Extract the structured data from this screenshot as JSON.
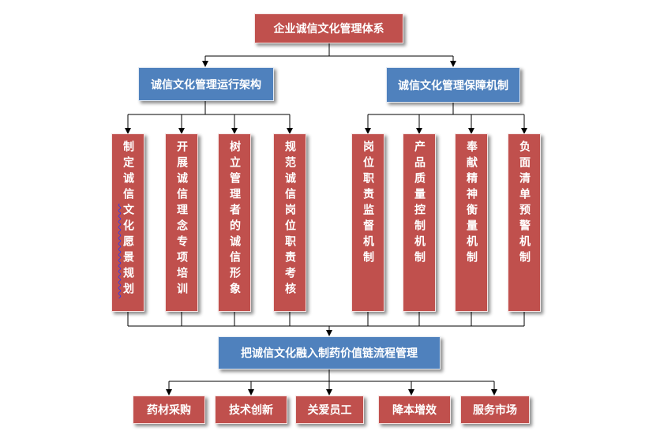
{
  "colors": {
    "red_box": "#c0504d",
    "blue_box": "#4f81bd",
    "connector": "#000000"
  },
  "top": {
    "label": "企业诚信文化管理体系"
  },
  "branches": [
    {
      "label": "诚信文化管理运行架构",
      "items": [
        {
          "label": "制定诚信",
          "label_flagged": "文化愿景规划"
        },
        {
          "label": "开展诚信理念专项培训"
        },
        {
          "label": "树立管理者的诚信形象"
        },
        {
          "label": "规范诚信岗位职责考核"
        }
      ]
    },
    {
      "label": "诚信文化管理保障机制",
      "items": [
        {
          "label": "岗位职责监督机制"
        },
        {
          "label": "产品质量控制机制"
        },
        {
          "label": "奉献精神衡量机制"
        },
        {
          "label": "负面清单预警机制"
        }
      ]
    }
  ],
  "integration": {
    "label": "把诚信文化融入制药价值链流程管理"
  },
  "value_chain": [
    {
      "label": "药材采购"
    },
    {
      "label": "技术创新"
    },
    {
      "label": "关爱员工"
    },
    {
      "label": "降本增效"
    },
    {
      "label": "服务市场"
    }
  ]
}
